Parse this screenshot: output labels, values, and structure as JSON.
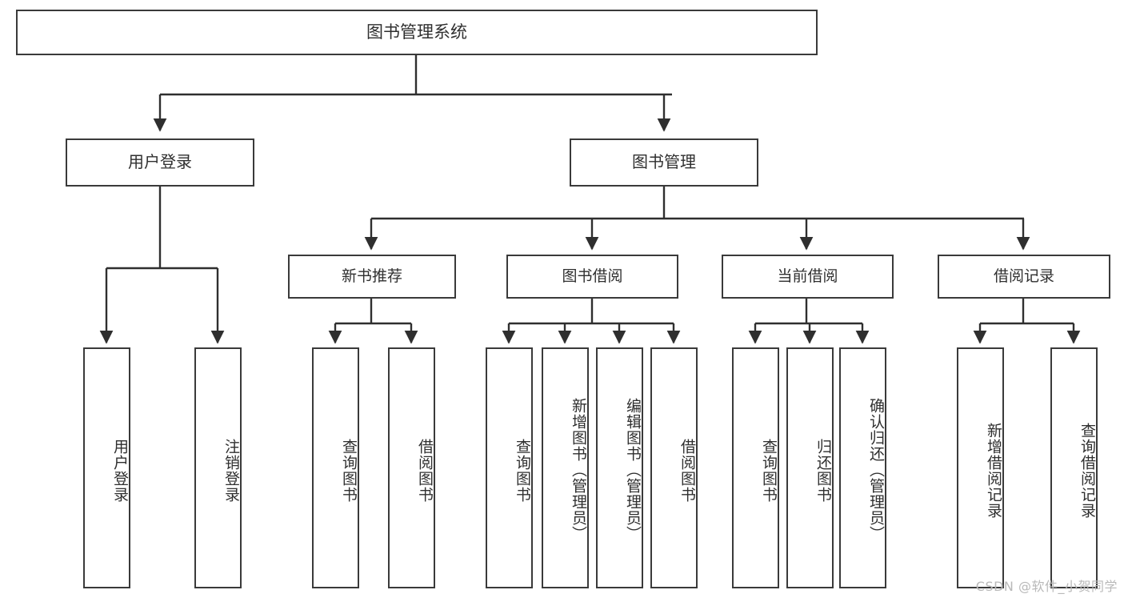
{
  "diagram": {
    "title": "图书管理系统",
    "type": "tree-hierarchy-diagram",
    "colors": {
      "border": "#3a3a3a",
      "text": "#2f2f2f",
      "background": "#ffffff",
      "watermark": "#b9b9b9"
    },
    "root": {
      "label": "图书管理系统"
    },
    "level1": [
      {
        "label": "用户登录"
      },
      {
        "label": "图书管理"
      }
    ],
    "level2": [
      {
        "label": "新书推荐"
      },
      {
        "label": "图书借阅"
      },
      {
        "label": "当前借阅"
      },
      {
        "label": "借阅记录"
      }
    ],
    "leaves": {
      "user_login": [
        {
          "label": "用户登录"
        },
        {
          "label": "注销登录"
        }
      ],
      "new_book_recommend": [
        {
          "label": "查询图书"
        },
        {
          "label": "借阅图书"
        }
      ],
      "book_borrow": [
        {
          "label": "查询图书"
        },
        {
          "label": "新增图书（管理员）"
        },
        {
          "label": "编辑图书（管理员）"
        },
        {
          "label": "借阅图书"
        }
      ],
      "current_borrow": [
        {
          "label": "查询图书"
        },
        {
          "label": "归还图书"
        },
        {
          "label": "确认归还（管理员）"
        }
      ],
      "borrow_record": [
        {
          "label": "新增借阅记录"
        },
        {
          "label": "查询借阅记录"
        }
      ]
    }
  },
  "watermark": {
    "text": "CSDN @软件_小贺同学"
  }
}
